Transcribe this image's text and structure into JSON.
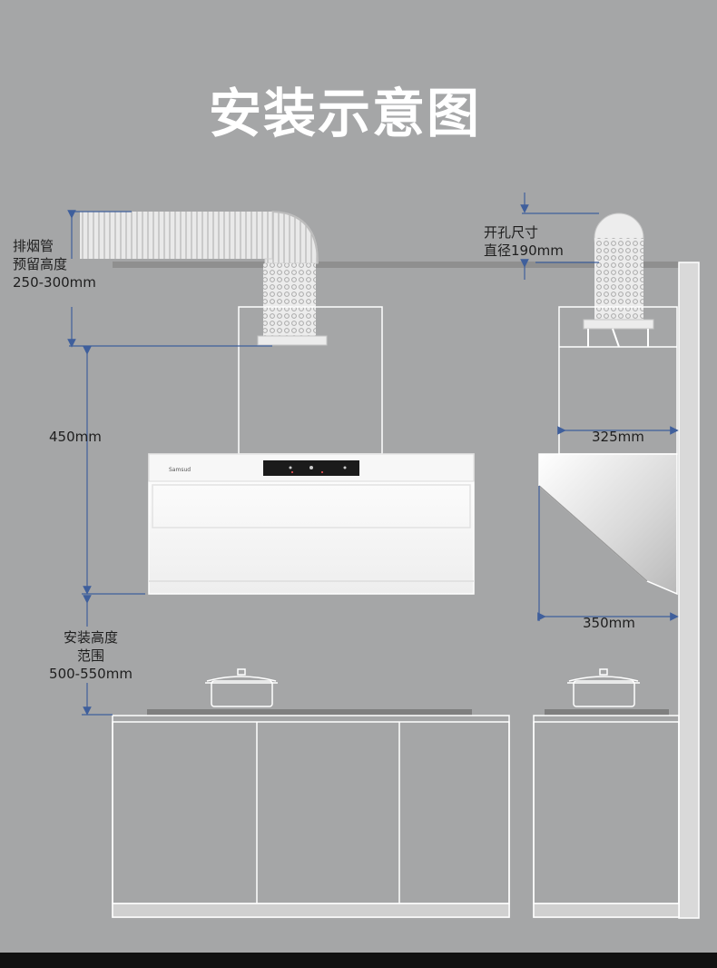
{
  "title": "安装示意图",
  "labels": {
    "duct_reserved_height": [
      "排烟管",
      "预留高度",
      "250-300mm"
    ],
    "hole_size": [
      "开孔尺寸",
      "直径190mm"
    ],
    "height_450": "450mm",
    "install_height_range": [
      "安装高度",
      "范围",
      "500-550mm"
    ],
    "depth_325": "325mm",
    "depth_350": "350mm"
  },
  "hood_brand": "Samsud",
  "colors": {
    "background": "#a5a6a7",
    "dimension_line": "#3f5f9c",
    "outline": "#ffffff"
  }
}
